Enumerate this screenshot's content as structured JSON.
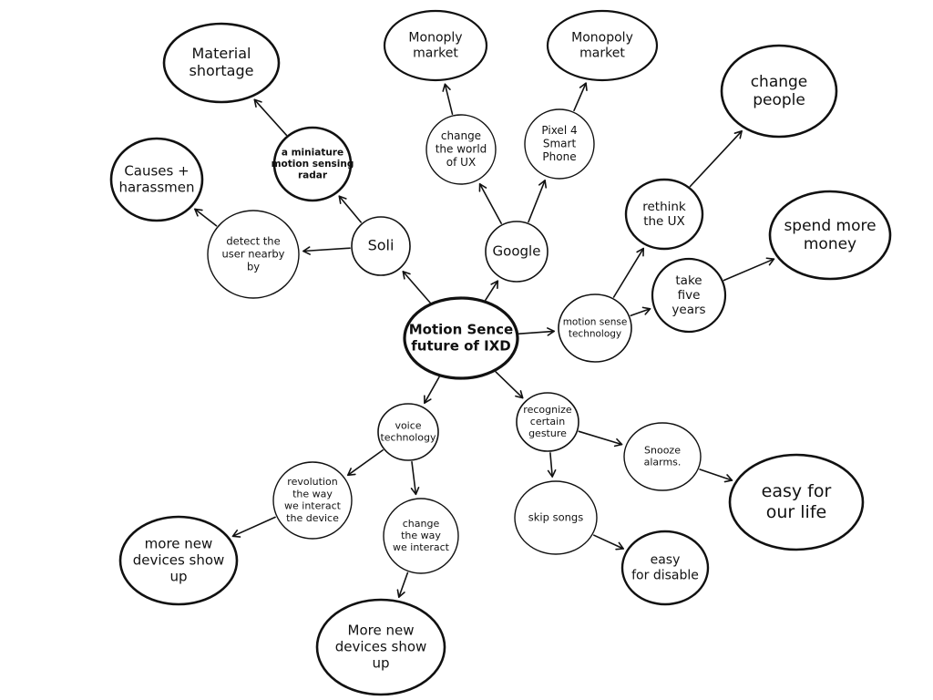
{
  "colors": {
    "ink": "#111111",
    "paper": "#ffffff"
  },
  "nodes": [
    {
      "id": "center",
      "lines": [
        "Motion Sence",
        "future of IXD"
      ]
    },
    {
      "id": "soli",
      "lines": [
        "Soli"
      ]
    },
    {
      "id": "google",
      "lines": [
        "Google"
      ]
    },
    {
      "id": "motion-sense-tech",
      "lines": [
        "motion sense",
        "technology"
      ]
    },
    {
      "id": "voice-tech",
      "lines": [
        "voice",
        "technology"
      ]
    },
    {
      "id": "recognize-gesture",
      "lines": [
        "recognize",
        "certain",
        "gesture"
      ]
    },
    {
      "id": "detect-user",
      "lines": [
        "detect the",
        "user nearby",
        "by"
      ]
    },
    {
      "id": "causes-harassment",
      "lines": [
        "Causes +",
        "harassmen"
      ]
    },
    {
      "id": "miniature-radar",
      "lines": [
        "a miniature",
        "motion sensing",
        "radar"
      ]
    },
    {
      "id": "material-shortage",
      "lines": [
        "Material",
        "shortage"
      ]
    },
    {
      "id": "change-world-ux",
      "lines": [
        "change",
        "the world",
        "of UX"
      ]
    },
    {
      "id": "monopoly-market-1",
      "lines": [
        "Monoply",
        "market"
      ]
    },
    {
      "id": "pixel4",
      "lines": [
        "Pixel 4",
        "Smart",
        "Phone"
      ]
    },
    {
      "id": "monopoly-market-2",
      "lines": [
        "Monopoly",
        "market"
      ]
    },
    {
      "id": "rethink-ux",
      "lines": [
        "rethink",
        "the UX"
      ]
    },
    {
      "id": "change-people",
      "lines": [
        "change",
        "people"
      ]
    },
    {
      "id": "take-five-years",
      "lines": [
        "take",
        "five",
        "years"
      ]
    },
    {
      "id": "spend-more-money",
      "lines": [
        "spend more",
        "money"
      ]
    },
    {
      "id": "revolution-interact",
      "lines": [
        "revolution",
        "the way",
        "we interact",
        "the device"
      ]
    },
    {
      "id": "more-devices-1",
      "lines": [
        "more new",
        "devices show",
        "up"
      ]
    },
    {
      "id": "change-the-way",
      "lines": [
        "change",
        "the way",
        "we interact"
      ]
    },
    {
      "id": "more-devices-2",
      "lines": [
        "More new",
        "devices show",
        "up"
      ]
    },
    {
      "id": "snooze-alarms",
      "lines": [
        "Snooze",
        "alarms."
      ]
    },
    {
      "id": "easy-for-life",
      "lines": [
        "easy for",
        "our life"
      ]
    },
    {
      "id": "skip-songs",
      "lines": [
        "skip songs"
      ]
    },
    {
      "id": "easy-for-disable",
      "lines": [
        "easy",
        "for disable"
      ]
    }
  ]
}
